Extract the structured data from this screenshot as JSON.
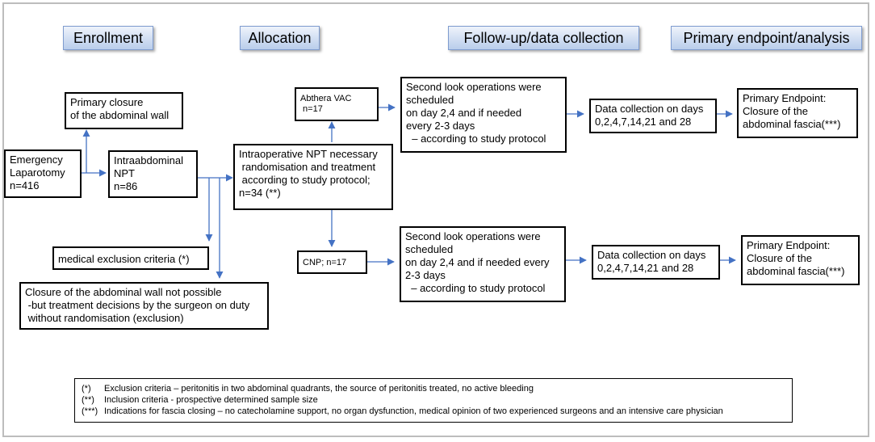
{
  "headers": {
    "enrollment": "Enrollment",
    "allocation": "Allocation",
    "followup": "Follow-up/data collection",
    "endpoint": "Primary endpoint/analysis"
  },
  "boxes": {
    "primary_closure": [
      "Primary closure",
      "of the abdominal wall"
    ],
    "emergency": [
      "Emergency",
      "Laparotomy",
      "n=416"
    ],
    "npt": [
      "Intraabdominal",
      "NPT",
      "n=86"
    ],
    "exclusion_medical": [
      "medical exclusion criteria (*)"
    ],
    "closure_not_possible": [
      "Closure of the abdominal wall not possible",
      " -but treatment decisions by the surgeon on duty",
      " without randomisation (exclusion)"
    ],
    "intraop": [
      "Intraoperative NPT necessary",
      " randomisation and treatment",
      " according to study protocol;",
      "n=34 (**)"
    ],
    "abthera": [
      "Abthera VAC",
      " n=17"
    ],
    "cnp": [
      "CNP; n=17"
    ],
    "second_look_top": [
      "Second look operations were",
      "scheduled",
      "on day 2,4 and if needed",
      "every 2-3 days",
      "  – according to study protocol"
    ],
    "second_look_bottom": [
      "Second look operations were",
      "scheduled",
      "on day 2,4 and if needed every",
      "2-3 days",
      "  – according to study protocol"
    ],
    "data_top": [
      "Data collection on days",
      "0,2,4,7,14,21 and 28"
    ],
    "data_bottom": [
      "Data collection on days",
      "0,2,4,7,14,21 and 28"
    ],
    "endpoint_top": [
      "Primary Endpoint:",
      "Closure of the",
      "abdominal fascia(***)"
    ],
    "endpoint_bottom": [
      "Primary Endpoint:",
      "Closure of the",
      "abdominal fascia(***)"
    ]
  },
  "legend": [
    {
      "marker": "(*)",
      "text": "Exclusion criteria – peritonitis in two abdominal quadrants, the source of peritonitis treated, no active bleeding"
    },
    {
      "marker": "(**)",
      "text": "Inclusion criteria - prospective determined sample size"
    },
    {
      "marker": "(***)",
      "text": "Indications for fascia closing – no catecholamine support, no organ dysfunction, medical opinion of two experienced surgeons and an intensive care physician"
    }
  ],
  "colors": {
    "arrow": "#4472c4",
    "header_border": "#7f9ccf",
    "frame": "#bdbdbd"
  }
}
